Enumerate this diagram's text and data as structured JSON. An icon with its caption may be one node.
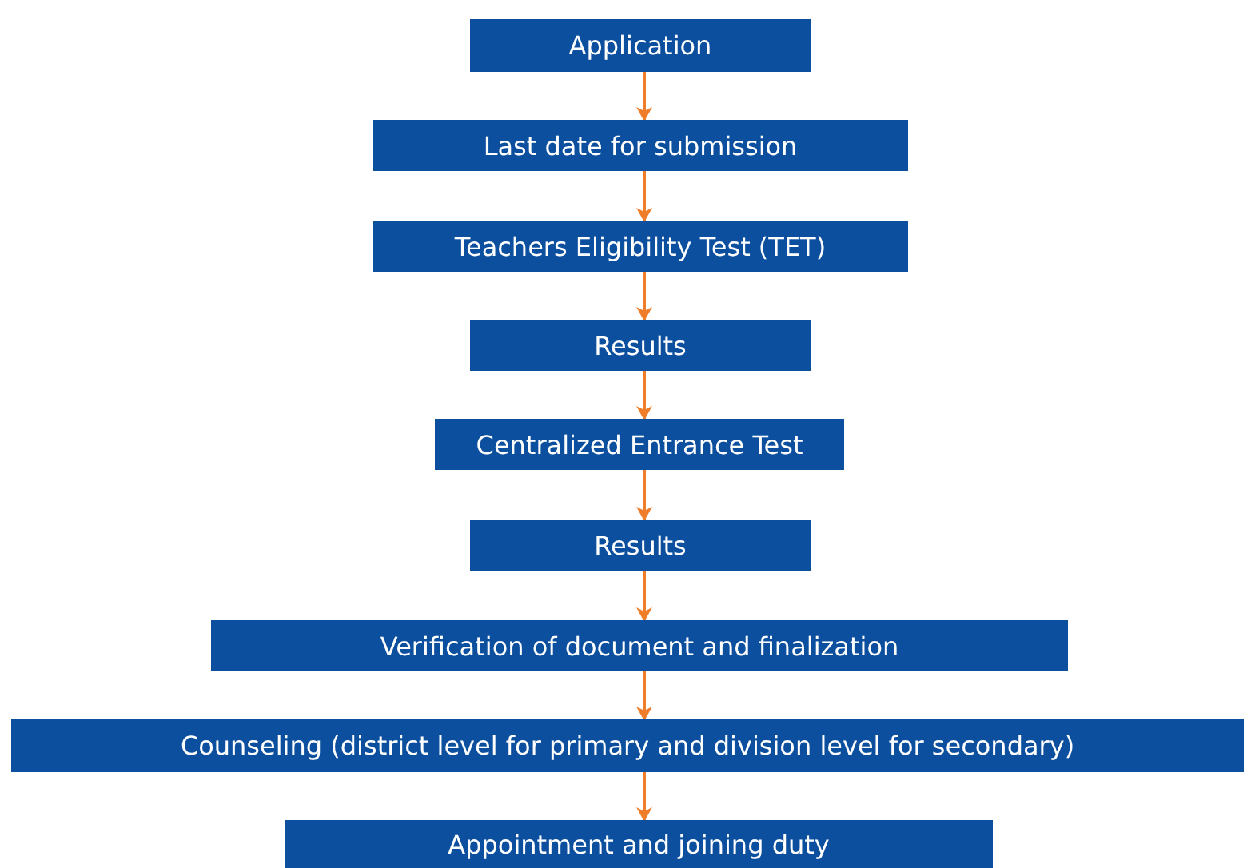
{
  "diagram": {
    "nodes": [
      {
        "text": [
          "Application"
        ]
      },
      {
        "text": [
          "Last date for submission"
        ]
      },
      {
        "text": [
          "Teachers Eligibility Test (TET)"
        ]
      },
      {
        "text": [
          "Results"
        ]
      },
      {
        "text": [
          "Centralized Entrance Test"
        ]
      },
      {
        "text": [
          "Results"
        ]
      },
      {
        "text": [
          "Verification of document and finalization"
        ]
      },
      {
        "text": [
          "Counseling (district level for primary and division level for secondary)"
        ]
      },
      {
        "text": [
          "Appointment and joining duty"
        ]
      }
    ],
    "edges": [
      {
        "from": 0,
        "to": 1,
        "arrow": "to"
      },
      {
        "from": 1,
        "to": 2,
        "arrow": "to"
      },
      {
        "from": 2,
        "to": 3,
        "arrow": "to"
      },
      {
        "from": 3,
        "to": 4,
        "arrow": "to"
      },
      {
        "from": 4,
        "to": 5,
        "arrow": "to"
      },
      {
        "from": 5,
        "to": 6,
        "arrow": "to"
      },
      {
        "from": 6,
        "to": 7,
        "arrow": "to"
      },
      {
        "from": 7,
        "to": 8,
        "arrow": "to"
      }
    ]
  }
}
